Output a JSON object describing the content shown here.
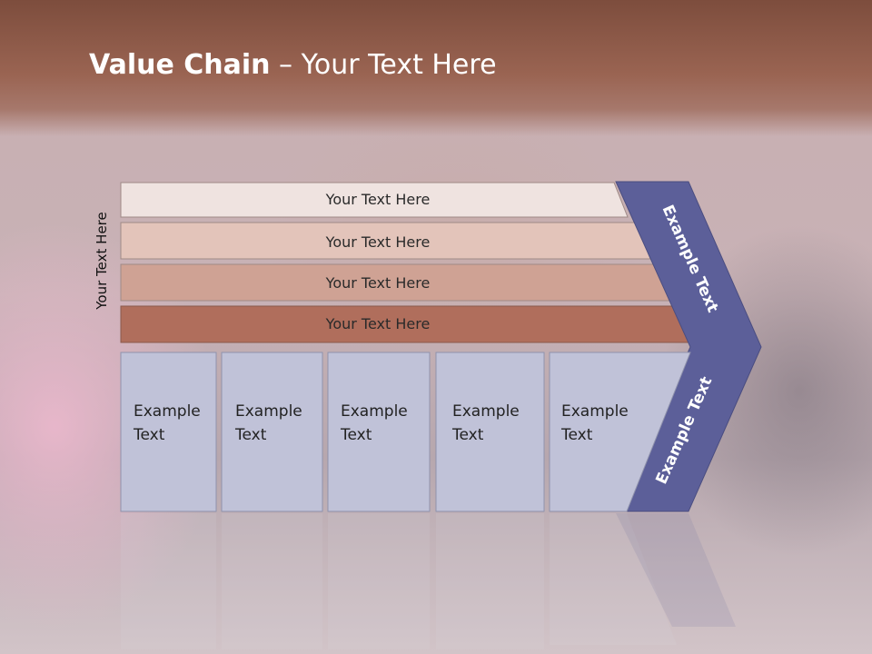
{
  "slide": {
    "title_bold": "Value Chain",
    "title_rest": " – Your Text Here",
    "side_label": "Your Text Here"
  },
  "bands": [
    {
      "label": "Your Text Here",
      "fill": "#efe3e0"
    },
    {
      "label": "Your Text Here",
      "fill": "#e3c4ba"
    },
    {
      "label": "Your Text Here",
      "fill": "#cfa294"
    },
    {
      "label": "Your Text Here",
      "fill": "#b06e5c"
    }
  ],
  "activities": [
    {
      "line1": "Example",
      "line2": "Text"
    },
    {
      "line1": "Example",
      "line2": "Text"
    },
    {
      "line1": "Example",
      "line2": "Text"
    },
    {
      "line1": "Example",
      "line2": "Text"
    },
    {
      "line1": "Example",
      "line2": "Text"
    }
  ],
  "margin_arrow": {
    "upper_label": "Example Text",
    "lower_label": "Example Text",
    "fill": "#5c5f99"
  },
  "colors": {
    "box_fill": "#c0c2d8",
    "box_stroke": "#8f92ac",
    "header": "#9a6452"
  }
}
